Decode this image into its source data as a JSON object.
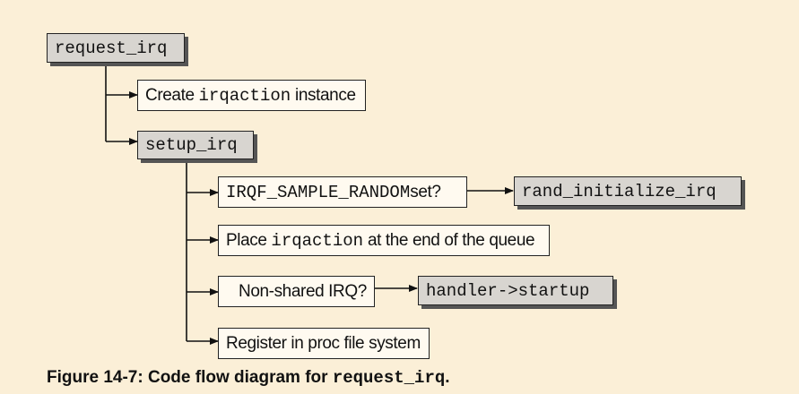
{
  "nodes": {
    "request_irq": "request_irq",
    "create_pre": "Create ",
    "create_code": "irqaction",
    "create_post": " instance",
    "setup_irq": "setup_irq",
    "irqf_code": "IRQF_SAMPLE_RANDOM",
    "irqf_post": " set?",
    "rand_initialize_irq": "rand_initialize_irq",
    "place_pre": "Place ",
    "place_code": "irqaction",
    "place_post": " at the end of the queue",
    "non_shared": "Non-shared IRQ?",
    "handler_startup": "handler->startup",
    "register": "Register in proc file system"
  },
  "caption": {
    "prefix": "Figure 14-7: Code flow diagram for ",
    "code": "request_irq",
    "suffix": "."
  }
}
